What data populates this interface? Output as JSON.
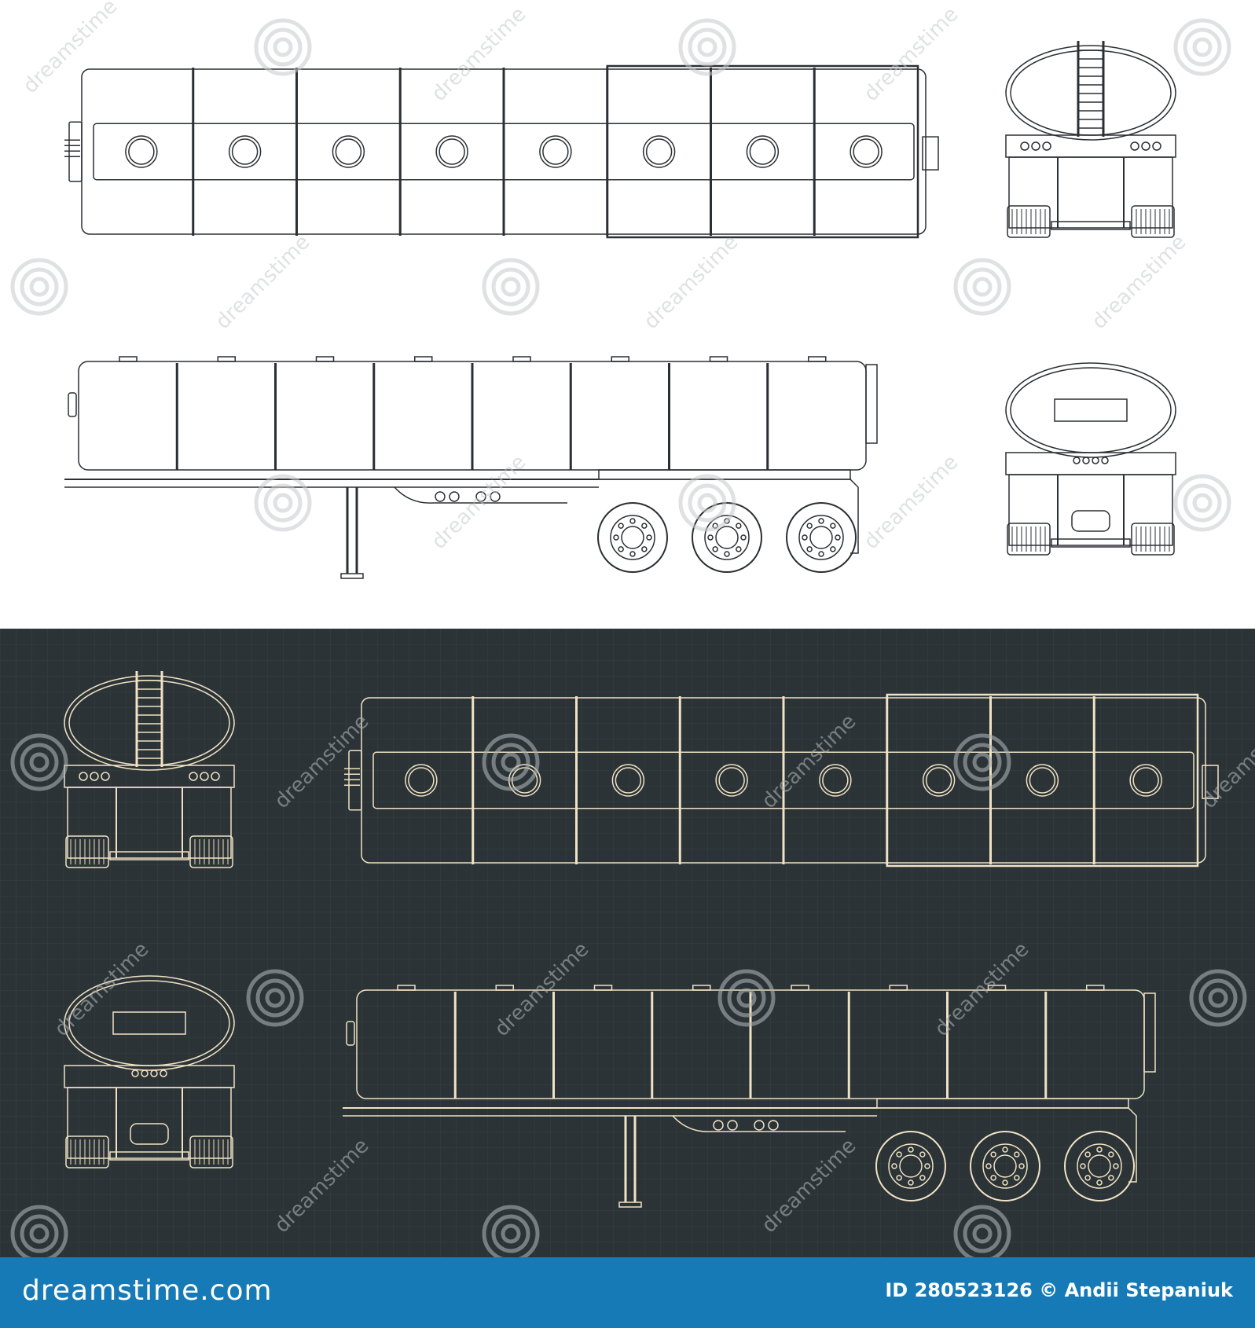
{
  "watermark": {
    "text": "dreamstime",
    "brand": "dreamstime.com",
    "id_line": "ID 280523126 © Andii Stepaniuk"
  },
  "views": {
    "light": [
      "top-view",
      "rear-view",
      "side-view",
      "front-view"
    ],
    "dark": [
      "rear-view",
      "top-view",
      "front-view",
      "side-view"
    ]
  },
  "colors": {
    "light_bg": "#ffffff",
    "light_stroke": "#2a2f33",
    "dark_bg": "#2b3337",
    "dark_stroke": "#f0e2c4",
    "footer_bg": "#157ab5",
    "footer_text": "#ffffff"
  }
}
